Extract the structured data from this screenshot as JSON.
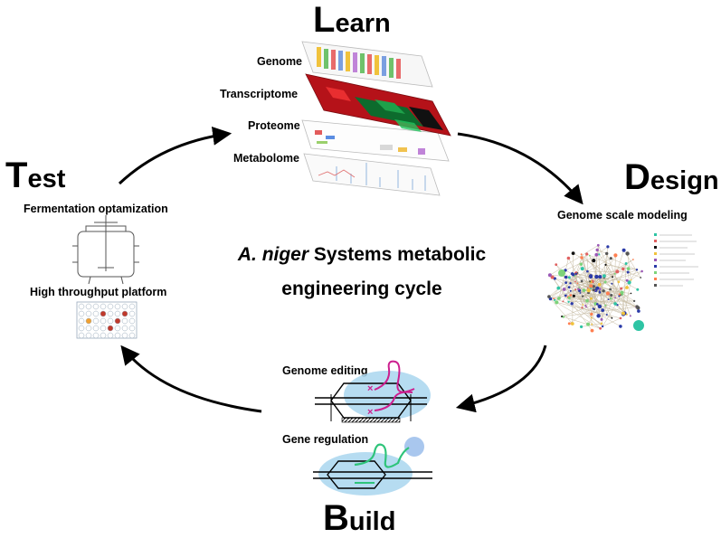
{
  "stages": {
    "learn": {
      "cap": "L",
      "rest": "earn"
    },
    "design": {
      "cap": "D",
      "rest": "esign"
    },
    "build": {
      "cap": "B",
      "rest": "uild"
    },
    "test": {
      "cap": "T",
      "rest": "est"
    }
  },
  "center": {
    "organism": "A. niger",
    "line1_rest": " Systems metabolic",
    "line2": "engineering cycle"
  },
  "learn_layers": [
    "Genome",
    "Transcriptome",
    "Proteome",
    "Metabolome"
  ],
  "design_label": "Genome scale modeling",
  "build_labels": {
    "editing": "Genome editing",
    "regulation": "Gene regulation"
  },
  "test_labels": {
    "fermentation": "Fermentation optamization",
    "platform": "High throughput platform"
  },
  "colors": {
    "heatmap_red": "#c0141c",
    "heatmap_green": "#17a34a",
    "bubble_blue": "#a9d6ee",
    "magenta": "#cc1f8f",
    "network_blue": "#2a3aa8",
    "well_red": "#c0392b",
    "well_orange": "#f0a030"
  }
}
